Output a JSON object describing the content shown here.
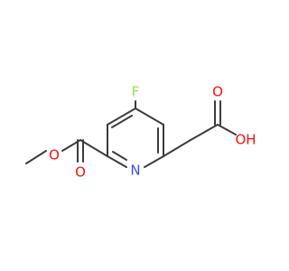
{
  "colors": {
    "bond": "#3c3c3c",
    "carbon": "#3c3c3c",
    "oxygen": "#ff0d0d",
    "nitrogen": "#3050f8",
    "fluorine": "#90e050"
  },
  "atoms": {
    "fluorine": "F",
    "ring_nitrogen": "N",
    "ester_carbonyl_oxygen": "O",
    "ester_ether_oxygen": "O",
    "acid_carbonyl_oxygen": "O",
    "acid_hydroxyl": "OH"
  }
}
